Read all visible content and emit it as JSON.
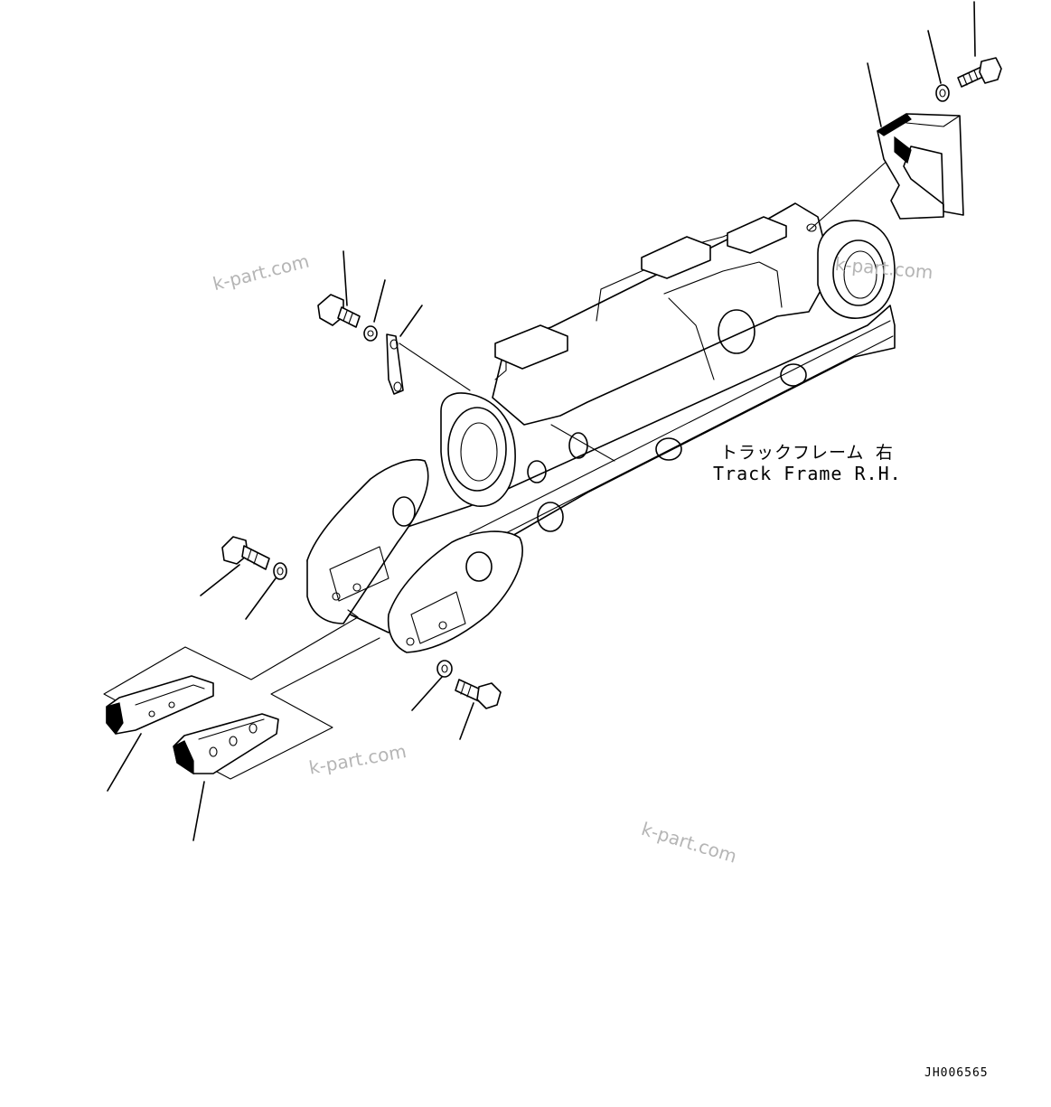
{
  "labels": {
    "japanese": "トラックフレーム 右",
    "english": "Track Frame R.H."
  },
  "diagram_code": "JH006565",
  "watermarks": [
    "k-part.com",
    "k-part.com",
    "k-part.com",
    "k-part.com"
  ],
  "parts": [
    {
      "name": "guard"
    },
    {
      "name": "washer"
    },
    {
      "name": "bolt"
    },
    {
      "name": "bolt"
    },
    {
      "name": "washer"
    },
    {
      "name": "plate"
    },
    {
      "name": "bolt"
    },
    {
      "name": "washer"
    },
    {
      "name": "guard"
    },
    {
      "name": "guard"
    },
    {
      "name": "washer"
    },
    {
      "name": "bolt"
    }
  ]
}
